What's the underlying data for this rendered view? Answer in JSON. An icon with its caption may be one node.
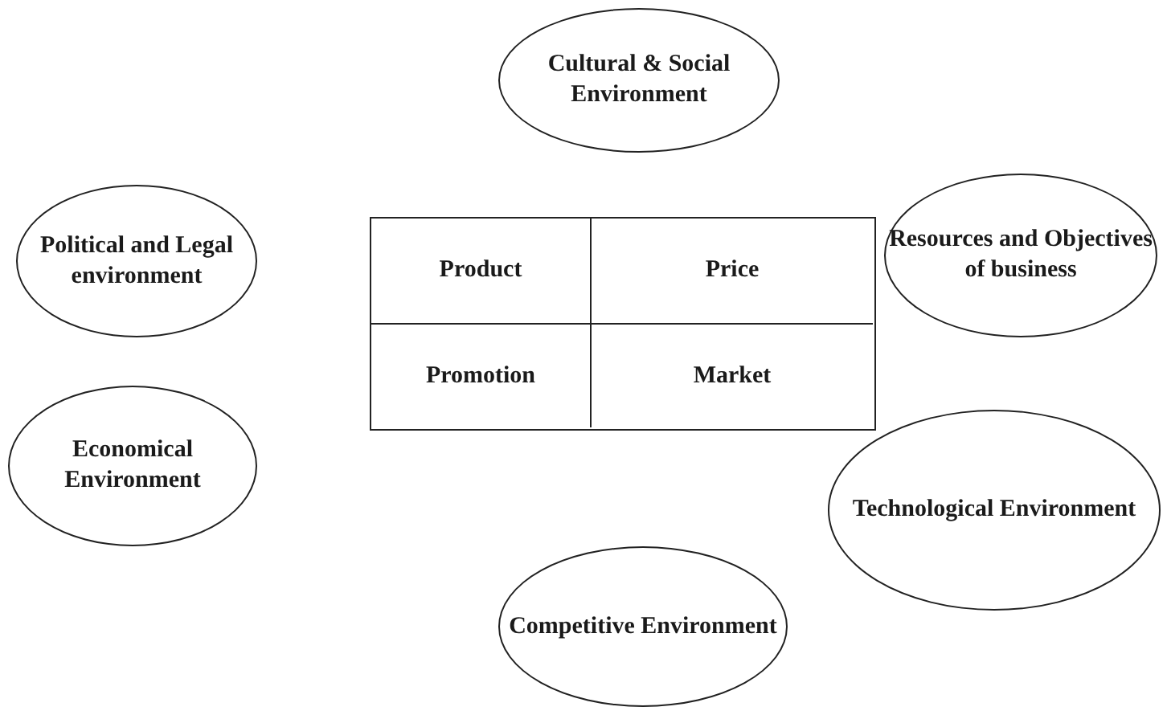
{
  "diagram": {
    "nodes": [
      {
        "text": [
          "Cultural & Social Environment"
        ]
      },
      {
        "text": [
          "Political and Legal environment"
        ]
      },
      {
        "text": [],
        "shape": "box"
      },
      {
        "text": [
          "Product"
        ],
        "in": 2
      },
      {
        "text": [
          "Price"
        ],
        "in": 2
      },
      {
        "text": [
          "Promotion"
        ],
        "in": 2
      },
      {
        "text": [
          "Market"
        ],
        "in": 2
      },
      {
        "text": [
          "Resources and Objectives of business"
        ]
      },
      {
        "text": [
          "Economical Environment"
        ]
      },
      {
        "text": [
          "Technological Environment"
        ]
      },
      {
        "text": [
          "Competitive Environment"
        ]
      }
    ],
    "edges": []
  }
}
